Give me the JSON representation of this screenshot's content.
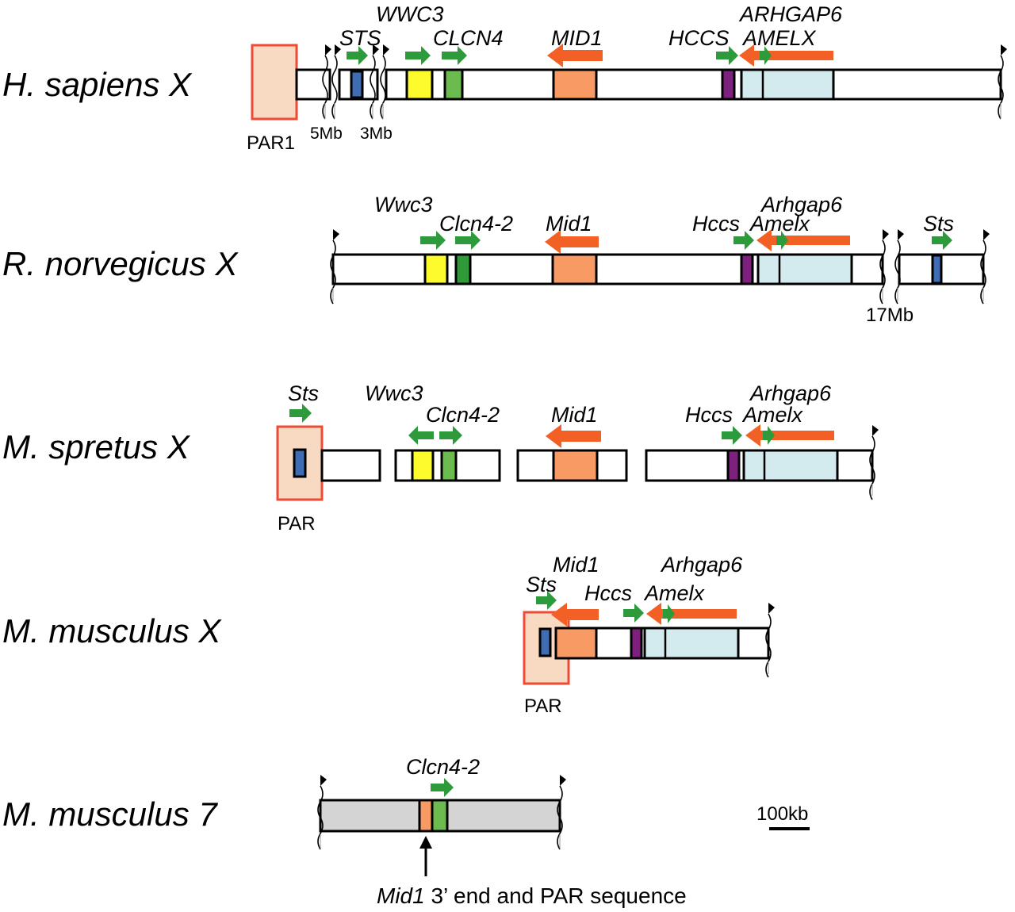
{
  "colors": {
    "par": "#f8d9c2",
    "par_border": "#ef4a36",
    "sts": "#3e6db4",
    "wwc3": "#fdfb2b",
    "clcn4": "#6cbb4f",
    "clcn4_dark": "#2f9a37",
    "mid1": "#f79a63",
    "hccs": "#7e207e",
    "amelx": "#d3ebee",
    "chr7": "#d4d4d4",
    "arrow_green": "#2d9a3c",
    "arrow_orange": "#f26026"
  },
  "species": {
    "hsap": "H. sapiens X",
    "rnor": "R. norvegicus X",
    "mspr": "M. spretus X",
    "mmusx": "M. musculus X",
    "mmus7": "M. musculus 7"
  },
  "genes": {
    "hsap": {
      "sts": "STS",
      "wwc3": "WWC3",
      "clcn4": "CLCN4",
      "mid1": "MID1",
      "hccs": "HCCS",
      "arhgap6": "ARHGAP6",
      "amelx": "AMELX"
    },
    "rnor": {
      "wwc3": "Wwc3",
      "clcn4": "Clcn4-2",
      "mid1": "Mid1",
      "hccs": "Hccs",
      "arhgap6": "Arhgap6",
      "amelx": "Amelx",
      "sts": "Sts"
    },
    "mspr": {
      "sts": "Sts",
      "wwc3": "Wwc3",
      "clcn4": "Clcn4-2",
      "mid1": "Mid1",
      "hccs": "Hccs",
      "arhgap6": "Arhgap6",
      "amelx": "Amelx"
    },
    "mmusx": {
      "mid1": "Mid1",
      "sts": "Sts",
      "hccs": "Hccs",
      "arhgap6": "Arhgap6",
      "amelx": "Amelx"
    },
    "mmus7": {
      "clcn4": "Clcn4-2"
    }
  },
  "labels": {
    "par1": "PAR1",
    "gap_5mb": "5Mb",
    "gap_3mb": "3Mb",
    "gap_17mb": "17Mb",
    "par_spretus": "PAR",
    "par_musculus": "PAR",
    "scale": "100kb",
    "note_gene": "Mid1",
    "note_rest": " 3’ end and PAR sequence"
  }
}
